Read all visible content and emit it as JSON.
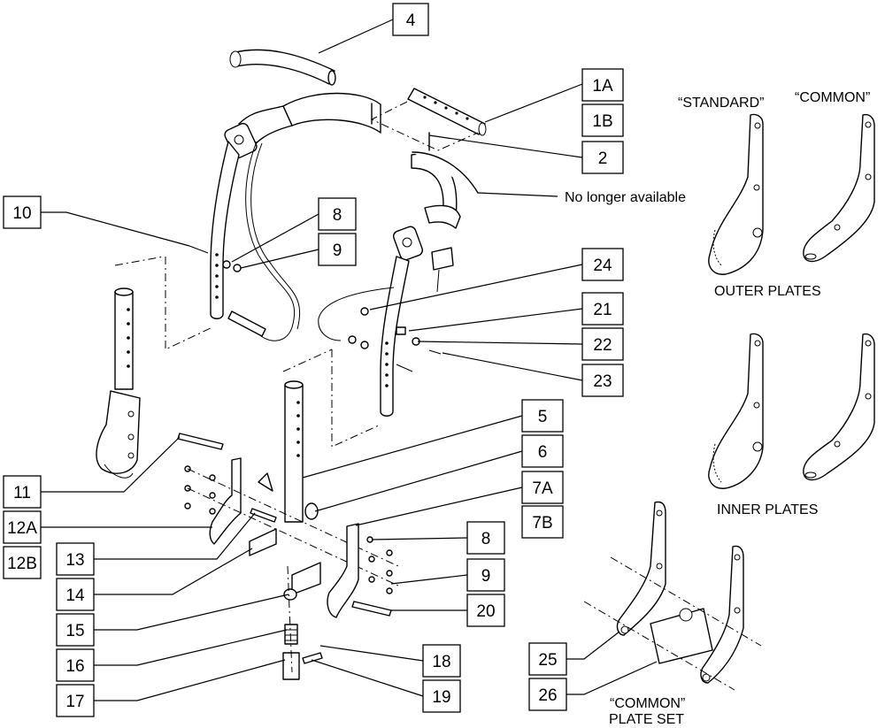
{
  "callouts": [
    {
      "id": "4",
      "label": "4"
    },
    {
      "id": "1a",
      "label": "1A"
    },
    {
      "id": "1b",
      "label": "1B"
    },
    {
      "id": "2",
      "label": "2"
    },
    {
      "id": "10",
      "label": "10"
    },
    {
      "id": "8-top",
      "label": "8"
    },
    {
      "id": "9-top",
      "label": "9"
    },
    {
      "id": "24",
      "label": "24"
    },
    {
      "id": "21",
      "label": "21"
    },
    {
      "id": "22",
      "label": "22"
    },
    {
      "id": "23",
      "label": "23"
    },
    {
      "id": "5",
      "label": "5"
    },
    {
      "id": "6",
      "label": "6"
    },
    {
      "id": "7a",
      "label": "7A"
    },
    {
      "id": "7b",
      "label": "7B"
    },
    {
      "id": "11",
      "label": "11"
    },
    {
      "id": "12a",
      "label": "12A"
    },
    {
      "id": "12b",
      "label": "12B"
    },
    {
      "id": "13",
      "label": "13"
    },
    {
      "id": "14",
      "label": "14"
    },
    {
      "id": "15",
      "label": "15"
    },
    {
      "id": "16",
      "label": "16"
    },
    {
      "id": "17",
      "label": "17"
    },
    {
      "id": "8-bottom",
      "label": "8"
    },
    {
      "id": "9-bottom",
      "label": "9"
    },
    {
      "id": "20",
      "label": "20"
    },
    {
      "id": "18",
      "label": "18"
    },
    {
      "id": "19",
      "label": "19"
    },
    {
      "id": "25",
      "label": "25"
    },
    {
      "id": "26",
      "label": "26"
    }
  ],
  "labels": {
    "no_longer_available": "No longer available",
    "standard": "“STANDARD”",
    "common": "“COMMON”",
    "outer_plates": "OUTER PLATES",
    "inner_plates": "INNER PLATES",
    "common_plate_set_line1": "“COMMON”",
    "common_plate_set_line2": "PLATE SET"
  }
}
